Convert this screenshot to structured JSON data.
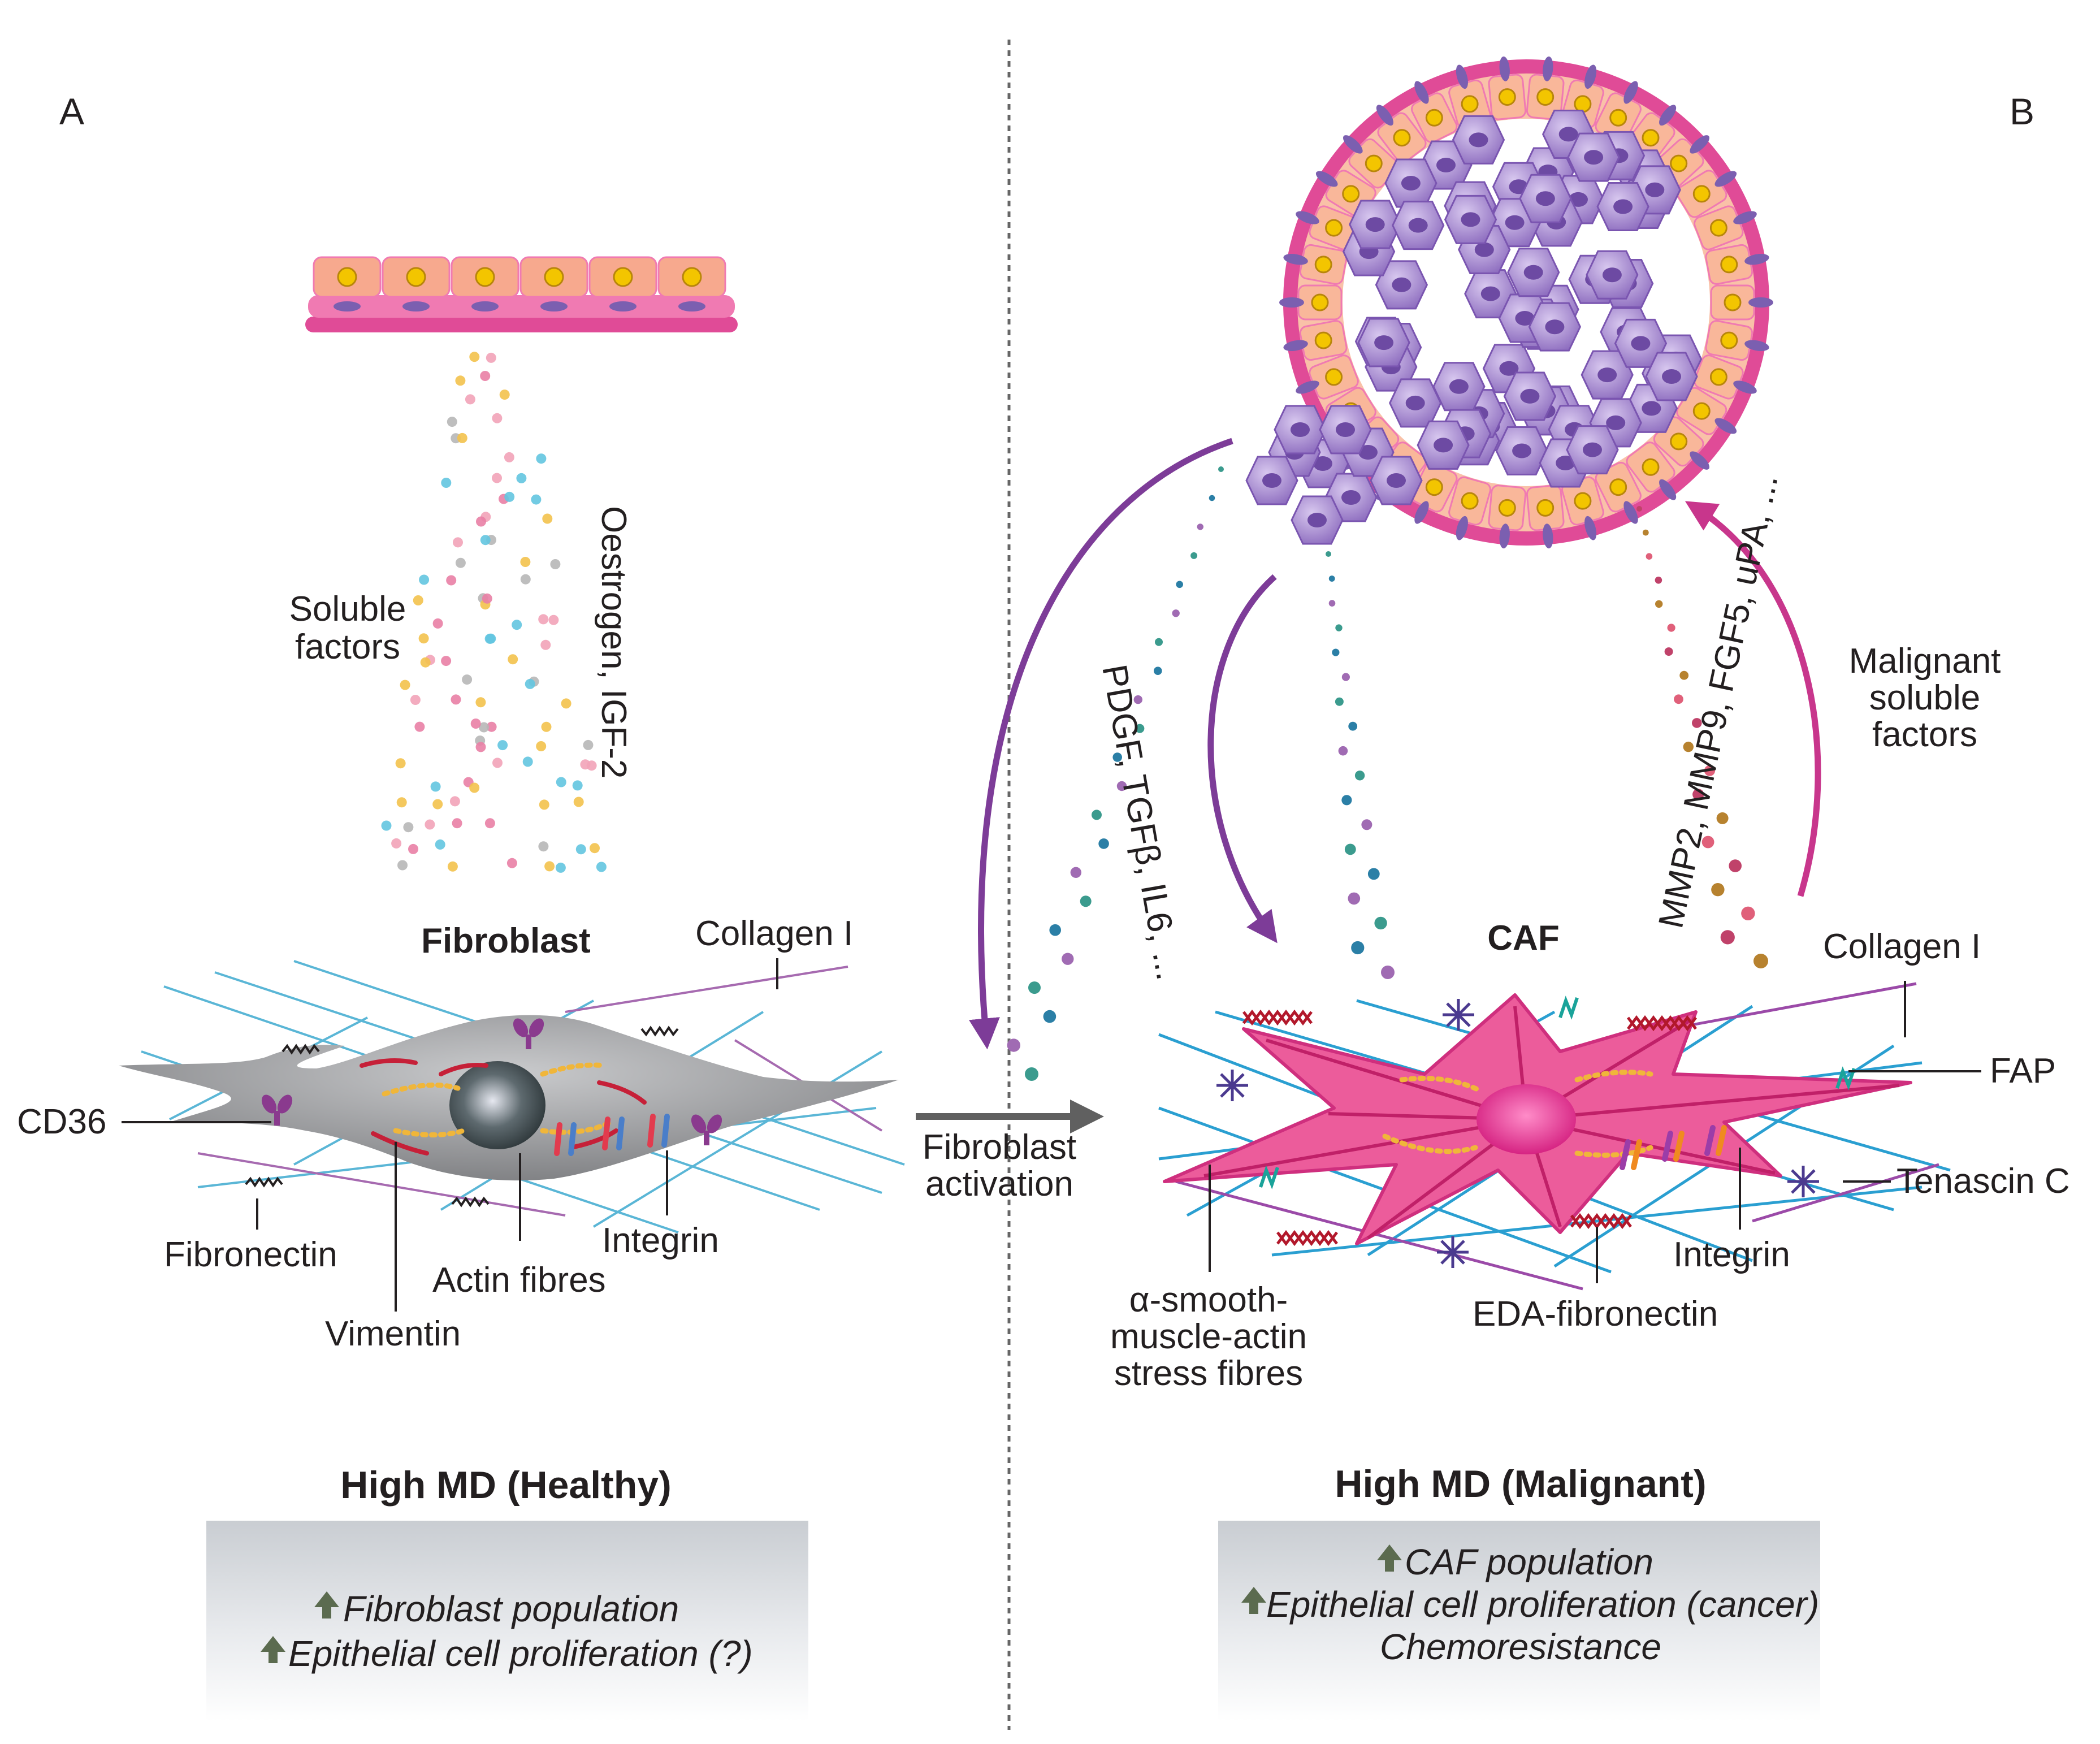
{
  "panels": {
    "a": "A",
    "b": "B"
  },
  "healthy": {
    "soluble": [
      "Soluble",
      "factors"
    ],
    "factors_rot": "Oestrogen, IGF-2",
    "cell_title": "Fibroblast",
    "labels": {
      "collagen": "Collagen I",
      "cd36": "CD36",
      "fibronectin": "Fibronectin",
      "vimentin": "Vimentin",
      "actin": "Actin fibres",
      "integrin": "Integrin"
    },
    "heading": "High MD (Healthy)",
    "box": [
      "Fibroblast population",
      "Epithelial cell proliferation (?)"
    ]
  },
  "activation": [
    "Fibroblast",
    "activation"
  ],
  "malignant": {
    "factors_left_rot": "PDGF, TGFβ, IL6, ...",
    "factors_right_rot": "MMP2, MMP9, FGF5, uPA, ...",
    "soluble": [
      "Malignant",
      "soluble",
      "factors"
    ],
    "cell_title": "CAF",
    "labels": {
      "collagen": "Collagen I",
      "fap": "FAP",
      "tenascin": "Tenascin C",
      "integrin": "Integrin",
      "eda": "EDA-fibronectin",
      "asma": [
        "α-smooth-",
        "muscle-actin",
        "stress fibres"
      ]
    },
    "heading": "High MD (Malignant)",
    "box": [
      "CAF population",
      "Epithelial cell proliferation (cancer)",
      "Chemoresistance"
    ]
  },
  "colors": {
    "epithelial_peach": "#f7a98e",
    "myoepithelial_pink": "#e04b97",
    "nucleus_yellow": "#f3c500",
    "tumour_purple": "#9b7fc6",
    "fibroblast_grey": "#8a8b8d",
    "caf_pink": "#e9418b",
    "arrow_purple": "#7d3c98",
    "arrow_magenta": "#c8368c",
    "box_grey": "#dcdfe3"
  }
}
